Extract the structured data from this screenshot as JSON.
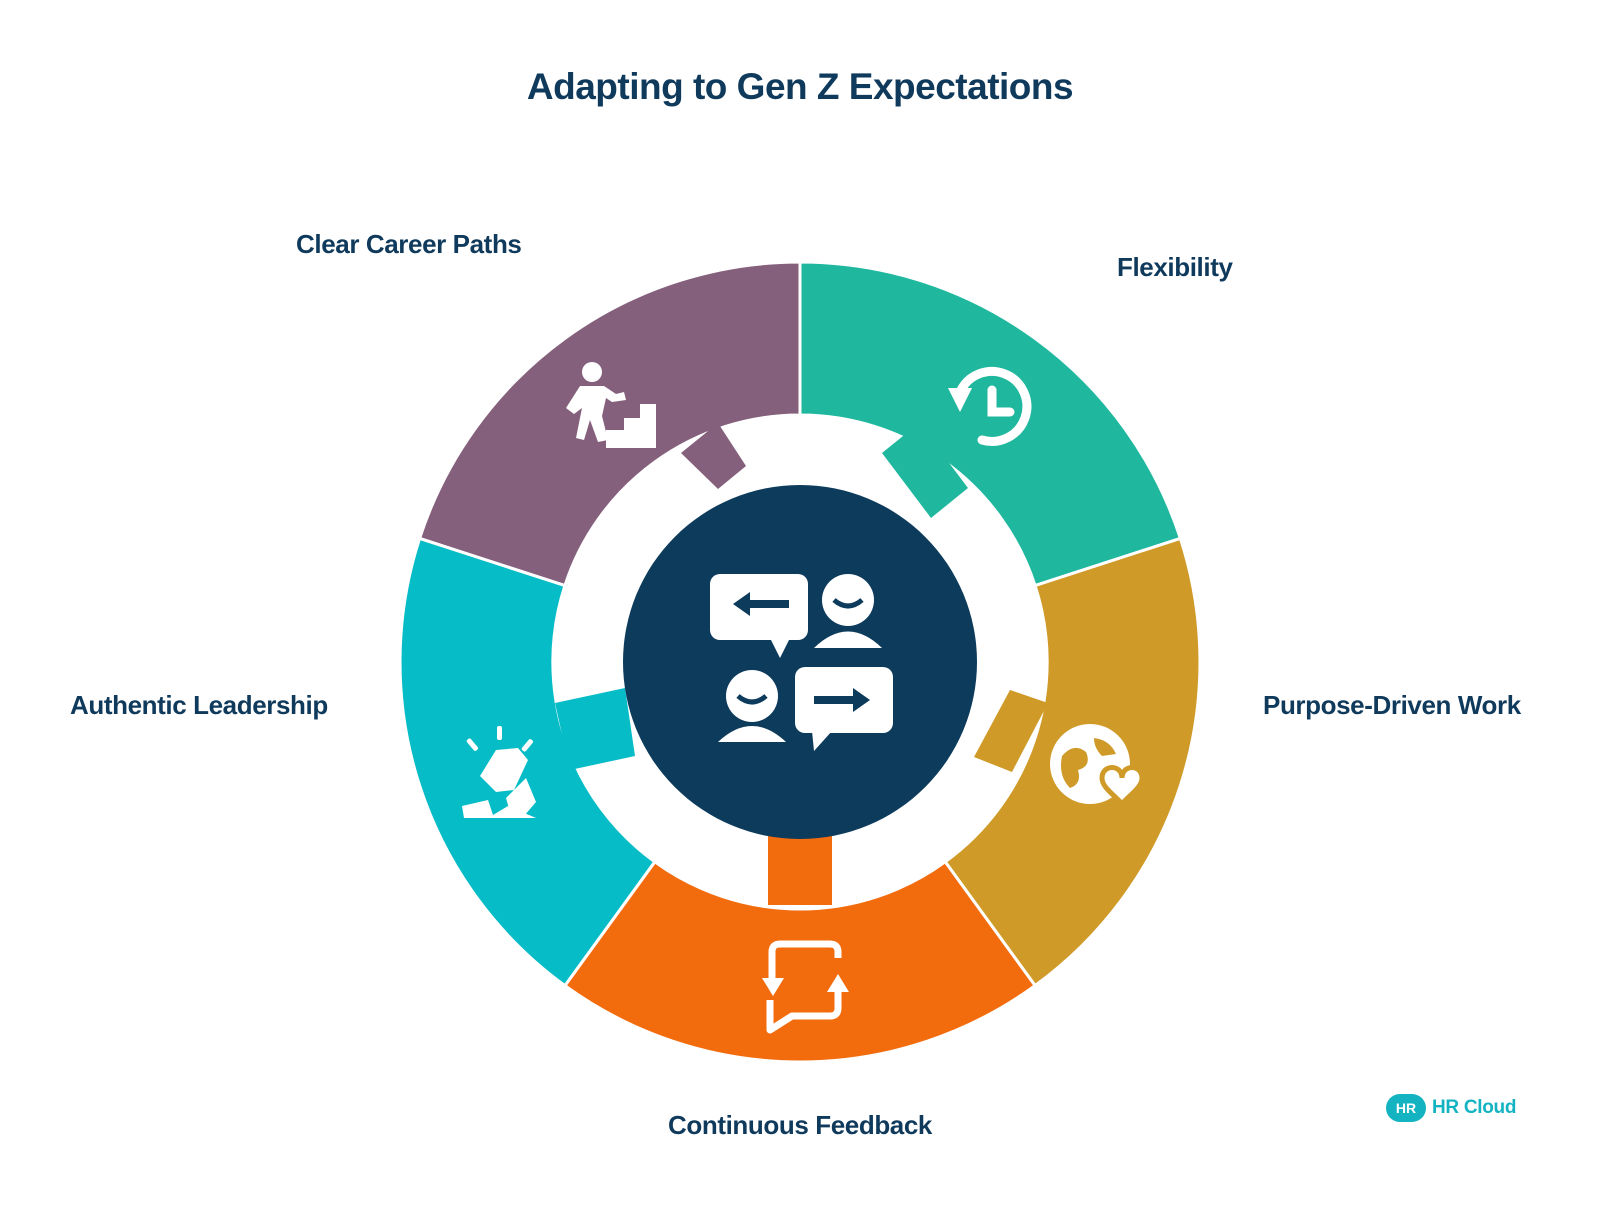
{
  "title": "Adapting to Gen Z Expectations",
  "center": {
    "icon": "conversation-exchange-icon",
    "color": "#0d3b5c"
  },
  "segments": [
    {
      "id": "clear-career-paths",
      "label": "Clear Career Paths",
      "color": "#85607d",
      "icon": "person-climbing-stairs-icon"
    },
    {
      "id": "flexibility",
      "label": "Flexibility",
      "color": "#1fb89e",
      "icon": "clock-history-icon"
    },
    {
      "id": "purpose-driven-work",
      "label": "Purpose-Driven Work",
      "color": "#cf9a27",
      "icon": "globe-heart-icon"
    },
    {
      "id": "continuous-feedback",
      "label": "Continuous Feedback",
      "color": "#f26c0d",
      "icon": "feedback-loop-icon"
    },
    {
      "id": "authentic-leadership",
      "label": "Authentic Leadership",
      "color": "#06bcc6",
      "icon": "leadership-gem-icon"
    }
  ],
  "logo": {
    "badge": "HR",
    "text": "HR Cloud",
    "color": "#13b3c2"
  }
}
